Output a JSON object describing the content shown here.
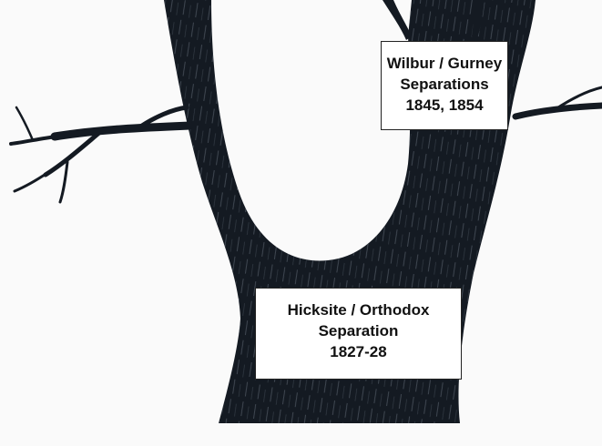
{
  "upper_label": {
    "line1": "Wilbur / Gurney",
    "line2": "Separations",
    "line3": "1845, 1854"
  },
  "lower_label": {
    "line1": "Hicksite / Orthodox",
    "line2": "Separation",
    "line3": "1827-28"
  },
  "colors": {
    "background": "#fafafa",
    "tree_ink": "#141a22",
    "tree_highlight": "#6e7884",
    "label_fill": "#ffffff",
    "label_border": "#222222"
  }
}
